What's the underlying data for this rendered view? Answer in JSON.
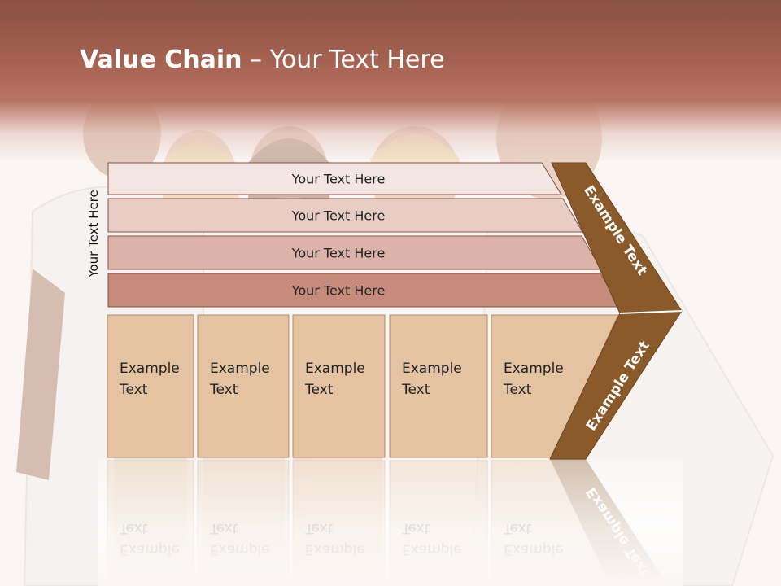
{
  "slide": {
    "title_bold": "Value Chain",
    "title_rest": " – Your Text Here",
    "side_label": "Your Text Here"
  },
  "rows": [
    {
      "label": "Your Text Here",
      "color": "#f3e6e2"
    },
    {
      "label": "Your Text Here",
      "color": "#e8cdc5"
    },
    {
      "label": "Your Text Here",
      "color": "#dcb3a8"
    },
    {
      "label": "Your Text Here",
      "color": "#c78b7b"
    }
  ],
  "columns": [
    {
      "line1": "Example",
      "line2": "Text"
    },
    {
      "line1": "Example",
      "line2": "Text"
    },
    {
      "line1": "Example",
      "line2": "Text"
    },
    {
      "line1": "Example",
      "line2": "Text"
    },
    {
      "line1": "Example",
      "line2": "Text"
    }
  ],
  "arrow": {
    "upper_label": "Example Text",
    "lower_label": "Example Text",
    "color": "#8b5a2b"
  },
  "colors": {
    "header": "#a4604f",
    "column_fill": "#e3c3a1",
    "row_border": "#8a4f42"
  }
}
